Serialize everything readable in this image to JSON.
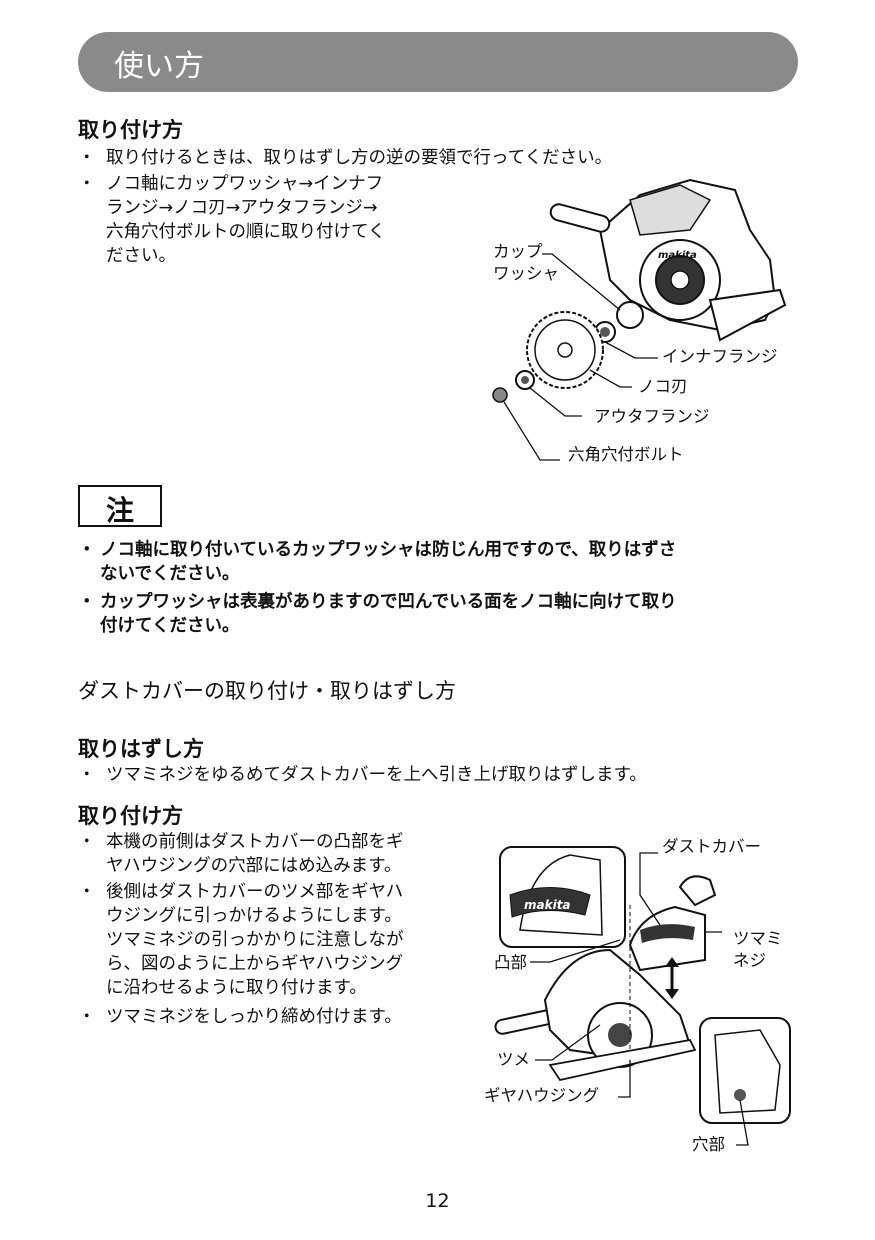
{
  "header": {
    "title": "使い方"
  },
  "install": {
    "heading": "取り付け方",
    "bullet": "・",
    "items": [
      "取り付けるときは、取りはずし方の逆の要領で行ってください。",
      "ノコ軸にカップワッシャ→インナフ\nランジ→ノコ刃→アウタフランジ→\n六角穴付ボルトの順に取り付けてく\nださい。"
    ],
    "labels": {
      "cup_washer": "カップ\nワッシャ",
      "inner_flange": "インナフランジ",
      "saw_blade": "ノコ刃",
      "outer_flange": "アウタフランジ",
      "hex_bolt": "六角穴付ボルト"
    },
    "logo": "makita"
  },
  "note": {
    "label": "注",
    "bullet": "・",
    "items": [
      "ノコ軸に取り付いているカップワッシャは防じん用ですので、取りはずさ\nないでください。",
      "カップワッシャは表裏がありますので凹んでいる面をノコ軸に向けて取り\n付けてください。"
    ]
  },
  "dust_cover": {
    "heading": "ダストカバーの取り付け・取りはずし方",
    "removal": {
      "heading": "取りはずし方",
      "bullet": "・",
      "items": [
        "ツマミネジをゆるめてダストカバーを上へ引き上げ取りはずします。"
      ]
    },
    "attach": {
      "heading": "取り付け方",
      "bullet": "・",
      "items": [
        "本機の前側はダストカバーの凸部をギ\nヤハウジングの穴部にはめ込みます。",
        "後側はダストカバーのツメ部をギヤハ\nウジングに引っかけるようにします。\nツマミネジの引っかかりに注意しなが\nら、図のように上からギヤハウジング\nに沿わせるように取り付けます。",
        "ツマミネジをしっかり締め付けます。"
      ]
    },
    "labels": {
      "dust_cover": "ダストカバー",
      "knob_screw": "ツマミ\nネジ",
      "protrusion": "凸部",
      "claw": "ツメ",
      "gear_housing": "ギヤハウジング",
      "hole": "穴部"
    },
    "logo": "makita"
  },
  "footer": {
    "page_number": "12"
  }
}
